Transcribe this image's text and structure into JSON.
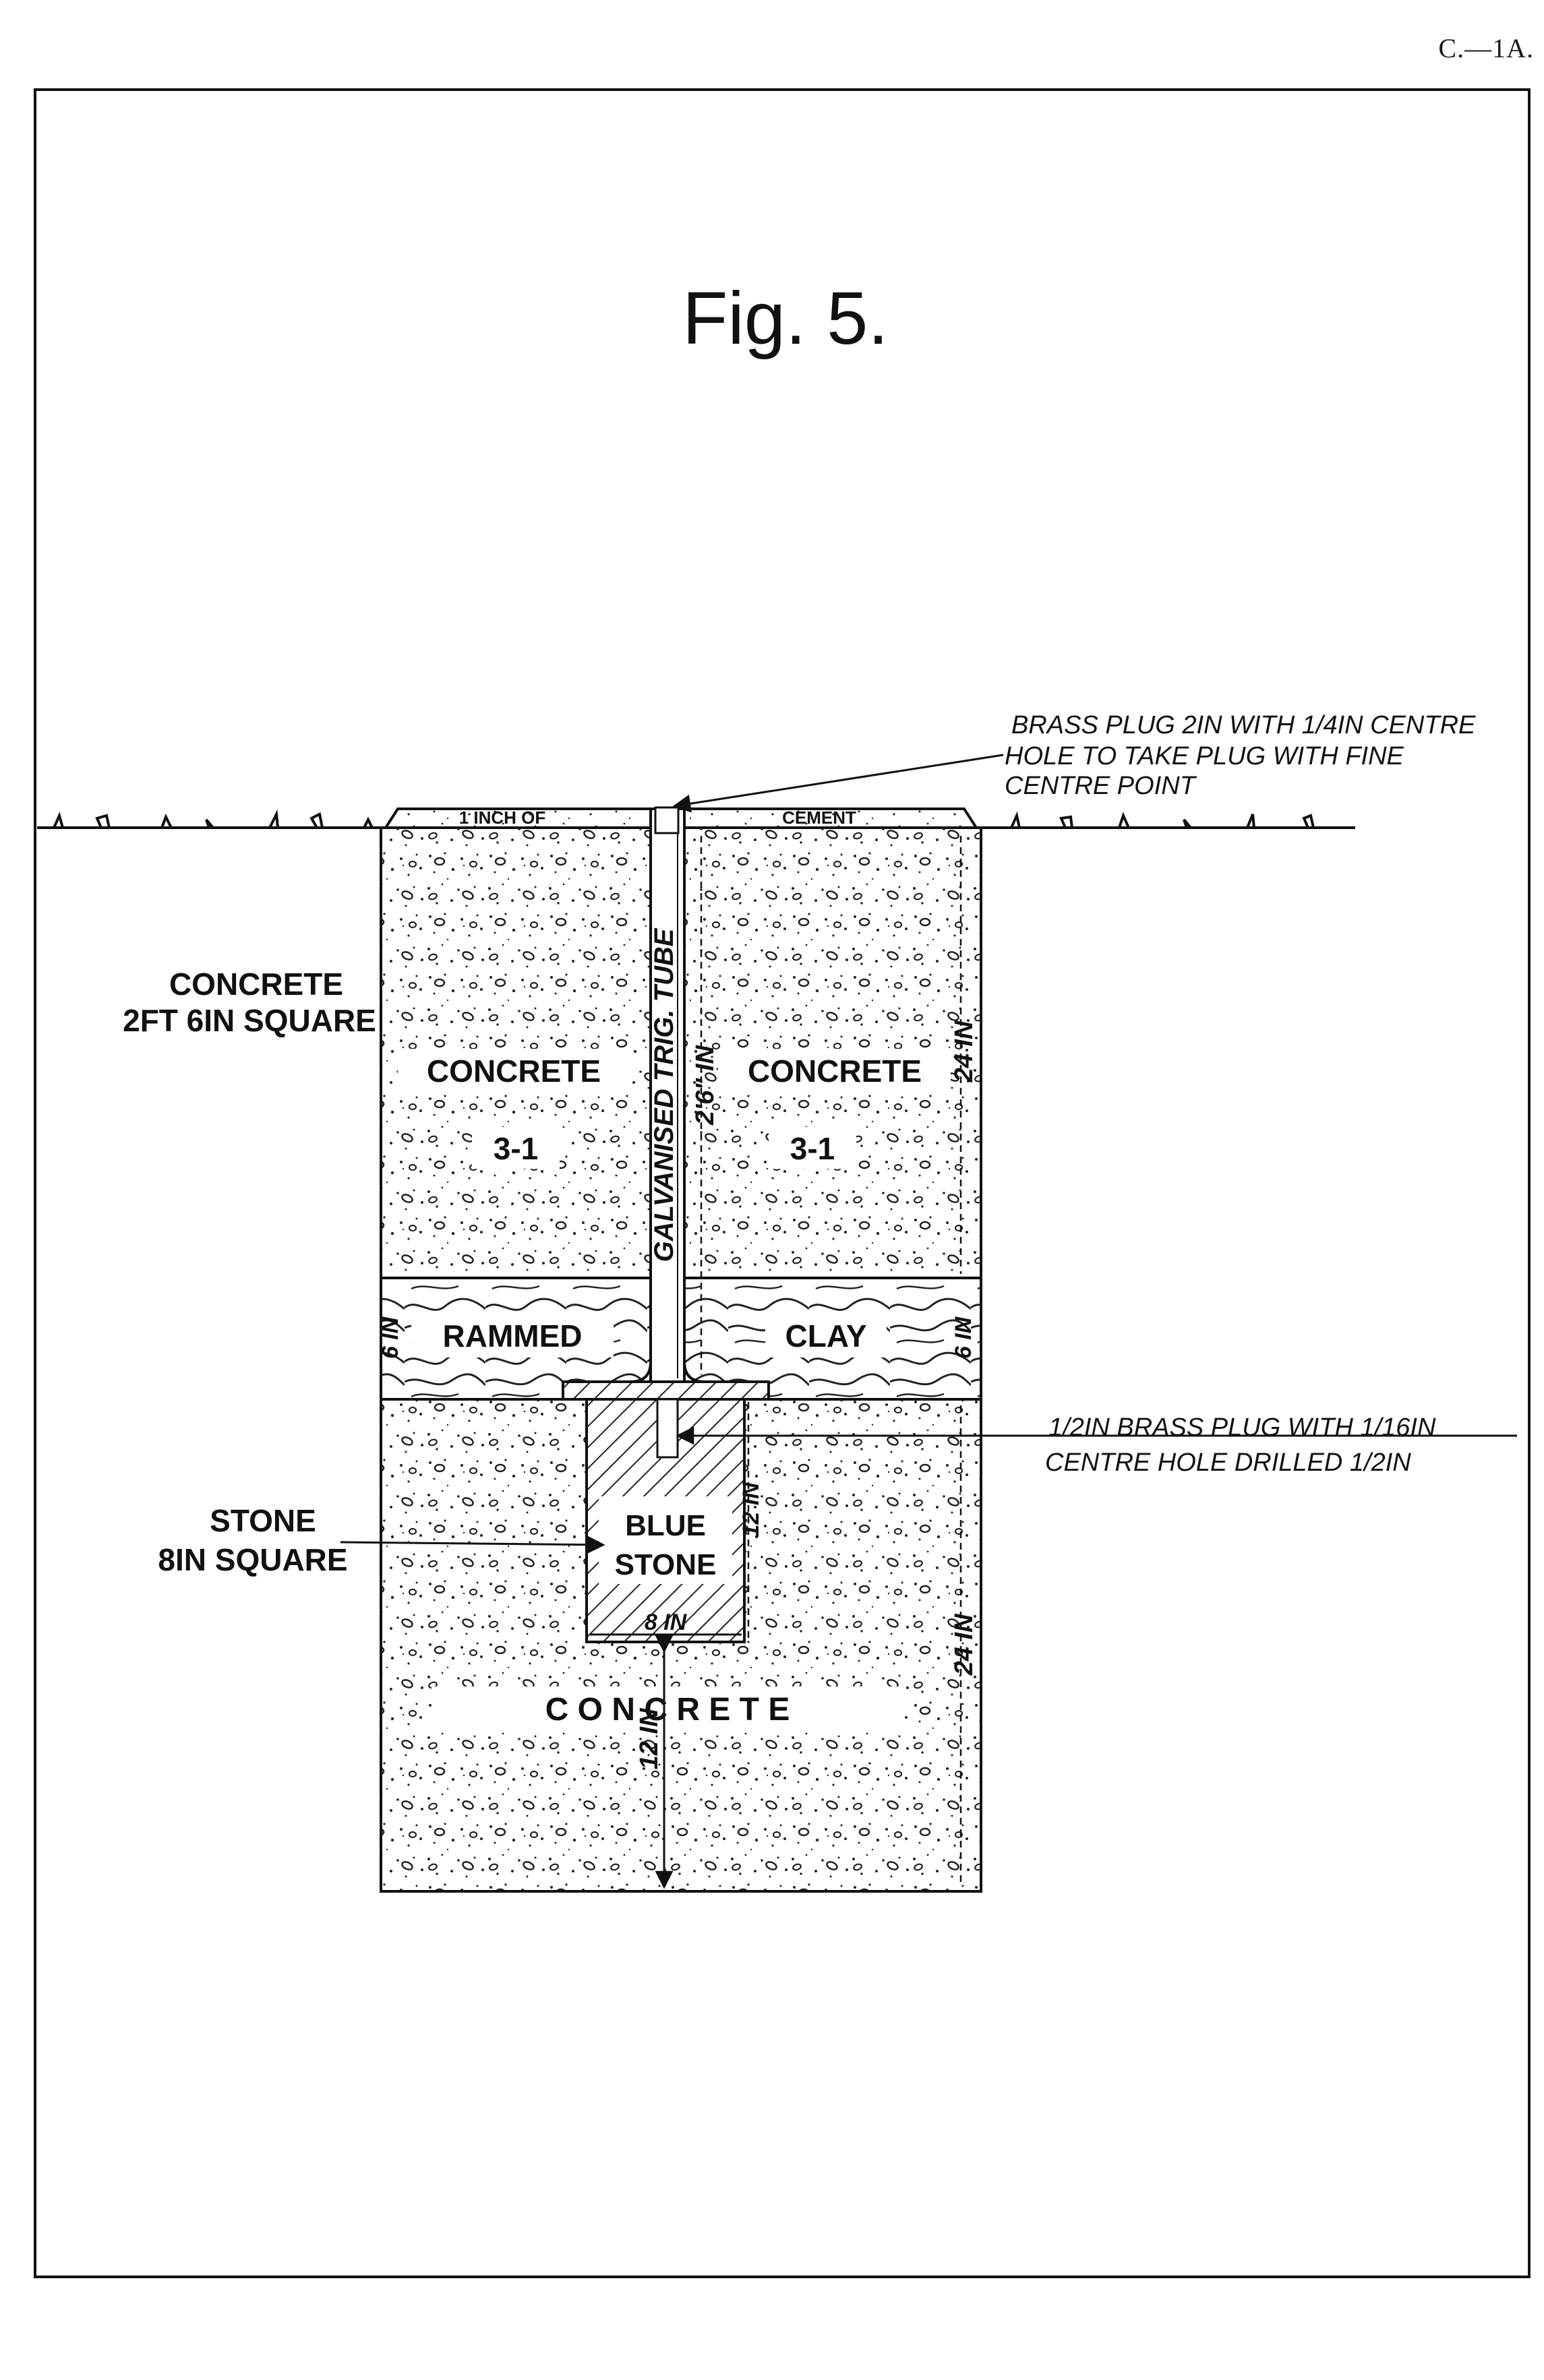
{
  "page_ref": "C.—1A.",
  "figure_title": "Fig. 5.",
  "side_labels": {
    "concrete_line1": "CONCRETE",
    "concrete_line2": "2FT 6IN SQUARE",
    "stone_line1": "STONE",
    "stone_line2": "8IN SQUARE"
  },
  "surface_labels": {
    "left": "1 INCH OF",
    "right": "CEMENT"
  },
  "block_labels": {
    "concrete_left": "CONCRETE",
    "concrete_right": "CONCRETE",
    "mix_left": "3-1",
    "mix_right": "3-1",
    "rammed": "RAMMED",
    "clay": "CLAY",
    "blue": "BLUE",
    "stone": "STONE",
    "bottom_concrete": "C O N C R E T E",
    "tube": "GALVANISED TRIG. TUBE"
  },
  "dimensions": {
    "tube_length": "2'6\" IN",
    "upper_depth": "24 IN",
    "clay_left": "6 IN",
    "clay_right": "6 IN",
    "stone_height": "12 IN",
    "stone_width": "8 IN",
    "below_stone": "12 IN",
    "lower_depth": "24 IN"
  },
  "annotations": {
    "top_line1": "BRASS PLUG 2IN WITH 1/4IN CENTRE",
    "top_line2": "HOLE TO TAKE PLUG WITH FINE",
    "top_line3": "CENTRE POINT",
    "mid_line1": "1/2IN BRASS PLUG WITH 1/16IN",
    "mid_line2": "CENTRE HOLE DRILLED 1/2IN"
  }
}
